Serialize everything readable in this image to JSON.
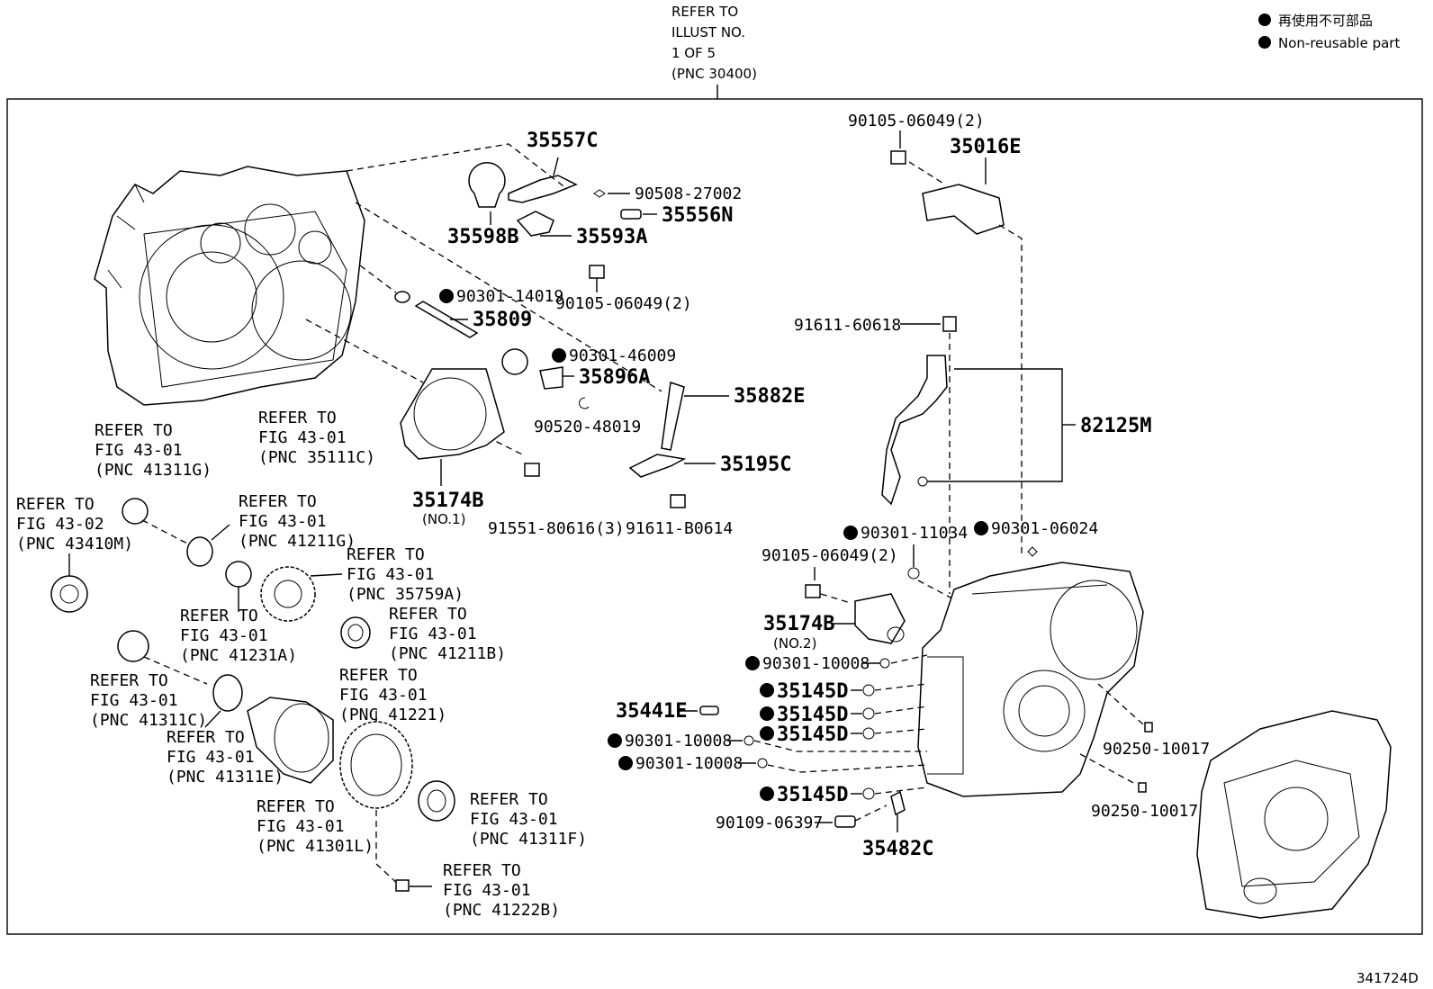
{
  "legend": {
    "jp": "再使用不可部品",
    "en": "Non-reusable part"
  },
  "figure_id": "341724D",
  "top_ref": [
    "REFER TO",
    "ILLUST NO.",
    "1 OF 5",
    "(PNC 30400)"
  ],
  "parts": {
    "p35557C": "35557C",
    "p90508_27002": "90508-27002",
    "p35556N": "35556N",
    "p35598B": "35598B",
    "p35593A": "35593A",
    "p90105_06049_a": "90105-06049(2)",
    "p90301_14019": "90301-14019",
    "p35809": "35809",
    "p90301_46009": "90301-46009",
    "p35896A": "35896A",
    "p35882E": "35882E",
    "p90520_48019": "90520-48019",
    "p35195C": "35195C",
    "p35174B_1": "35174B",
    "p35174B_1_sub": "(NO.1)",
    "p91551_80616": "91551-80616(3)",
    "p91611_B0614": "91611-B0614",
    "p90105_06049_b": "90105-06049(2)",
    "p35016E": "35016E",
    "p91611_60618": "91611-60618",
    "p82125M": "82125M",
    "p90301_11034": "90301-11034",
    "p90301_06024": "90301-06024",
    "p90105_06049_c": "90105-06049(2)",
    "p35174B_2": "35174B",
    "p35174B_2_sub": "(NO.2)",
    "p90301_10008_a": "90301-10008",
    "p35145D_a": "35145D",
    "p35441E": "35441E",
    "p35145D_b": "35145D",
    "p35145D_c": "35145D",
    "p90301_10008_b": "90301-10008",
    "p90301_10008_c": "90301-10008",
    "p35145D_d": "35145D",
    "p90109_06397": "90109-06397",
    "p35482C": "35482C",
    "p90250_10017_a": "90250-10017",
    "p90250_10017_b": "90250-10017"
  },
  "refs": {
    "r35111C": [
      "REFER TO",
      "FIG 43-01",
      "(PNC 35111C)"
    ],
    "r41311G": [
      "REFER TO",
      "FIG 43-01",
      "(PNC 41311G)"
    ],
    "r43410M": [
      "REFER TO",
      "FIG 43-02",
      "(PNC 43410M)"
    ],
    "r41211G": [
      "REFER TO",
      "FIG 43-01",
      "(PNC 41211G)"
    ],
    "r35759A": [
      "REFER TO",
      "FIG 43-01",
      "(PNC 35759A)"
    ],
    "r41231A": [
      "REFER TO",
      "FIG 43-01",
      "(PNC 41231A)"
    ],
    "r41211B": [
      "REFER TO",
      "FIG 43-01",
      "(PNC 41211B)"
    ],
    "r41311C": [
      "REFER TO",
      "FIG 43-01",
      "(PNC 41311C)"
    ],
    "r41221": [
      "REFER TO",
      "FIG 43-01",
      "(PNC 41221)"
    ],
    "r41311E": [
      "REFER TO",
      "FIG 43-01",
      "(PNC 41311E)"
    ],
    "r41301L": [
      "REFER TO",
      "FIG 43-01",
      "(PNC 41301L)"
    ],
    "r41311F": [
      "REFER TO",
      "FIG 43-01",
      "(PNC 41311F)"
    ],
    "r41222B": [
      "REFER TO",
      "FIG 43-01",
      "(PNC 41222B)"
    ]
  }
}
